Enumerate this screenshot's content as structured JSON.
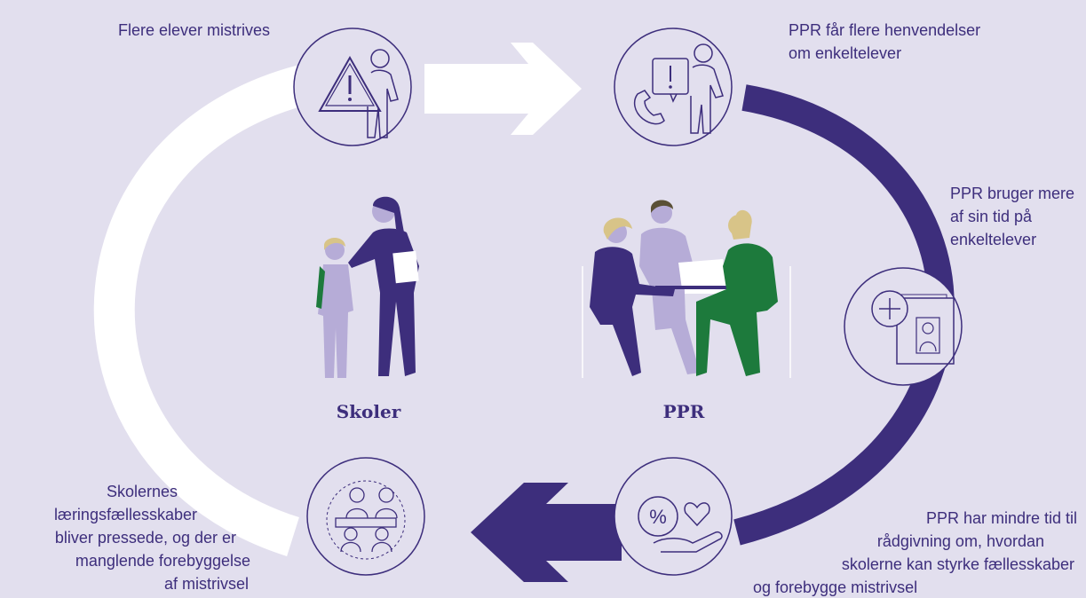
{
  "labels": {
    "top_left": "Flere elever mistrives",
    "top_right_1": "PPR får flere henvendelser",
    "top_right_2": "om enkeltelever",
    "mid_right_1": "PPR bruger mere",
    "mid_right_2": "af sin tid på",
    "mid_right_3": "enkeltelever",
    "bottom_right_1": "PPR har mindre tid til",
    "bottom_right_2": "rådgivning om, hvordan",
    "bottom_right_3": "skolerne kan styrke fællesskaber",
    "bottom_right_4": "og forebygge mistrivsel",
    "bottom_left_1": "Skolernes",
    "bottom_left_2": "læringsfællesskaber",
    "bottom_left_3": "bliver pressede, og der er",
    "bottom_left_4": "manglende forebyggelse",
    "bottom_left_5": "af mistrivsel"
  },
  "groups": {
    "schools": "Skoler",
    "ppr": "PPR"
  },
  "colors": {
    "background": "#e2dfee",
    "dark_purple": "#3d2e7c",
    "light_purple": "#b6acd7",
    "green": "#1d7a3c",
    "tan": "#d8c488",
    "white": "#ffffff"
  },
  "icons": {
    "top_left": "warning-person-icon",
    "top_right": "phone-speech-person-icon",
    "mid_right": "plus-profile-card-icon",
    "bottom_right": "percent-heart-hand-icon",
    "bottom_left": "group-meeting-table-icon"
  }
}
